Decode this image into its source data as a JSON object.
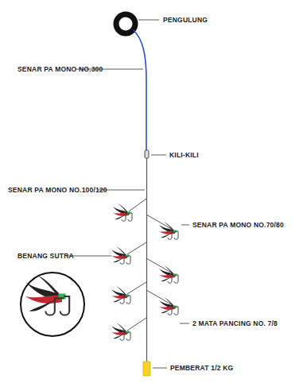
{
  "diagram": {
    "labels": [
      "PENGULUNG",
      "SENAR PA MONO NO.300",
      "KILI-KILI",
      "SENAR PA MONO NO.100/120",
      "SENAR PA MONO NO.70/80",
      "BENANG SUTRA",
      "2 MATA PANCING NO. 7/8",
      "PEMBERAT 1/2 KG"
    ]
  }
}
